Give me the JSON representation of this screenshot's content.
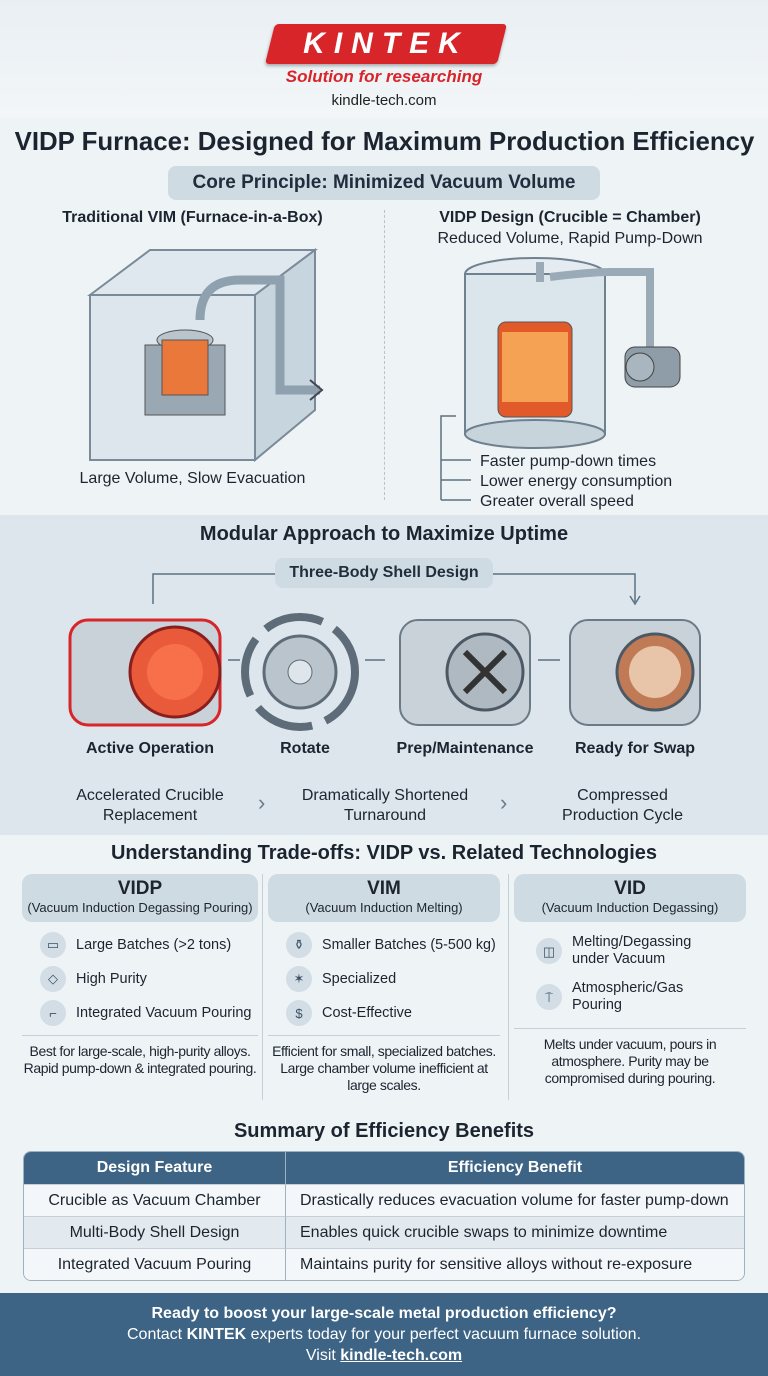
{
  "brand": {
    "logo": "KINTEK",
    "tagline": "Solution for researching",
    "site": "kindle-tech.com",
    "red": "#d8252a",
    "navy": "#3d6484"
  },
  "title": "VIDP Furnace: Designed for Maximum Production Efficiency",
  "principle": {
    "pill": "Core Principle: Minimized Vacuum Volume",
    "left": {
      "heading": "Traditional VIM (Furnace-in-a-Box)",
      "caption": "Large Volume, Slow Evacuation"
    },
    "right": {
      "heading": "VIDP Design (Crucible = Chamber)",
      "subheading": "Reduced Volume, Rapid Pump-Down",
      "bullets": [
        "Faster pump-down times",
        "Lower energy consumption",
        "Greater overall speed"
      ]
    }
  },
  "modular": {
    "title": "Modular Approach to Maximize Uptime",
    "pill": "Three-Body Shell Design",
    "stages": [
      "Active Operation",
      "Rotate",
      "Prep/Maintenance",
      "Ready for Swap"
    ],
    "benefits": [
      "Accelerated Crucible Replacement",
      "Dramatically Shortened Turnaround",
      "Compressed Production Cycle"
    ]
  },
  "tradeoffs": {
    "title": "Understanding Trade-offs: VIDP vs. Related Technologies",
    "cards": [
      {
        "name": "VIDP",
        "full": "(Vacuum Induction Degassing Pouring)",
        "items": [
          {
            "icon": "briefcase-icon",
            "text": "Large Batches (>2 tons)"
          },
          {
            "icon": "diamond-icon",
            "text": "High Purity"
          },
          {
            "icon": "pour-icon",
            "text": "Integrated Vacuum Pouring"
          }
        ],
        "desc": "Best for large-scale, high-purity alloys. Rapid pump-down & integrated pouring."
      },
      {
        "name": "VIM",
        "full": "(Vacuum Induction Melting)",
        "items": [
          {
            "icon": "bottle-icon",
            "text": "Smaller Batches (5-500 kg)"
          },
          {
            "icon": "specialized-icon",
            "text": "Specialized"
          },
          {
            "icon": "dollar-icon",
            "text": "Cost-Effective"
          }
        ],
        "desc": "Efficient for small, specialized batches. Large chamber volume inefficient at large scales."
      },
      {
        "name": "VID",
        "full": "(Vacuum Induction Degassing)",
        "items": [
          {
            "icon": "crucible-icon",
            "text": "Melting/Degassing under Vacuum"
          },
          {
            "icon": "faucet-icon",
            "text": "Atmospheric/Gas Pouring"
          }
        ],
        "desc": "Melts under vacuum, pours in atmosphere. Purity may be compromised during pouring."
      }
    ]
  },
  "summary": {
    "title": "Summary of Efficiency Benefits",
    "headers": [
      "Design Feature",
      "Efficiency Benefit"
    ],
    "rows": [
      [
        "Crucible as Vacuum Chamber",
        "Drastically reduces evacuation volume for faster pump-down"
      ],
      [
        "Multi-Body Shell Design",
        "Enables quick crucible swaps to minimize downtime"
      ],
      [
        "Integrated Vacuum Pouring",
        "Maintains purity for sensitive alloys without re-exposure"
      ]
    ]
  },
  "footer": {
    "line1": "Ready to boost your large-scale metal production efficiency?",
    "line2a": "Contact ",
    "line2b": "KINTEK",
    "line2c": " experts today for your perfect vacuum furnace solution.",
    "line3a": "Visit ",
    "line3b": "kindle-tech.com"
  }
}
